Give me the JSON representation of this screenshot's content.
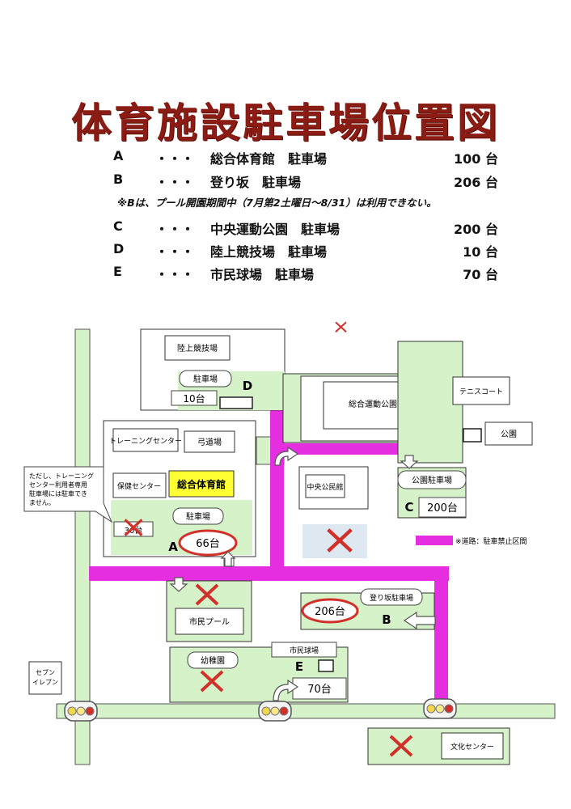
{
  "title": "体育施設駐車場位置図",
  "legend": [
    {
      "key": "A",
      "dots": "・・・",
      "name": "総合体育館　駐車場",
      "count": "100 台"
    },
    {
      "key": "B",
      "dots": "・・・",
      "name": "登り坂　駐車場",
      "count": "206 台"
    },
    {
      "key": "C",
      "dots": "・・・",
      "name": "中央運動公園　駐車場",
      "count": "200 台"
    },
    {
      "key": "D",
      "dots": "・・・",
      "name": "陸上競技場　駐車場",
      "count": "10 台"
    },
    {
      "key": "E",
      "dots": "・・・",
      "name": "市民球場　駐車場",
      "count": "70 台"
    }
  ],
  "note": "※Bは、プール開園期間中（7月第2土曜日～8/31）は利用できない。",
  "map": {
    "rikujo": "陸上競技場",
    "parking_d": "駐車場",
    "letter_d": "D",
    "count_d": "10台",
    "sogo_koen": "総合運動公園",
    "tennis": "テニスコート",
    "park": "公園",
    "training": "トレーニングセンター",
    "kyudo": "弓道場",
    "hoken": "保健センター",
    "taiikukan": "総合体育館",
    "parking_a": "駐車場",
    "letter_a": "A",
    "count_a": "66台",
    "count_30": "30台",
    "callout": [
      "ただし、トレーニング",
      "センター利用者専用",
      "駐車場には駐車でき",
      "ません。"
    ],
    "chuo_kominkan": "中央公民館",
    "koen_parking": "公園駐車場",
    "letter_c": "C",
    "count_c": "200台",
    "road_legend": "※道路：駐車禁止区間",
    "pool": "市民プール",
    "noborizaka": "登り坂駐車場",
    "count_b": "206台",
    "letter_b": "B",
    "yochien": "幼稚園",
    "kyujo": "市民球場",
    "letter_e": "E",
    "count_e": "70台",
    "seven": [
      "セブン",
      "イレブン"
    ],
    "bunka": "文化センター"
  },
  "colors": {
    "title": "#8a1c14",
    "road_ban": "#e52ee0",
    "green": "#d6f2c8",
    "cross": "#d0312a",
    "grey_area": "#dde8f0"
  }
}
